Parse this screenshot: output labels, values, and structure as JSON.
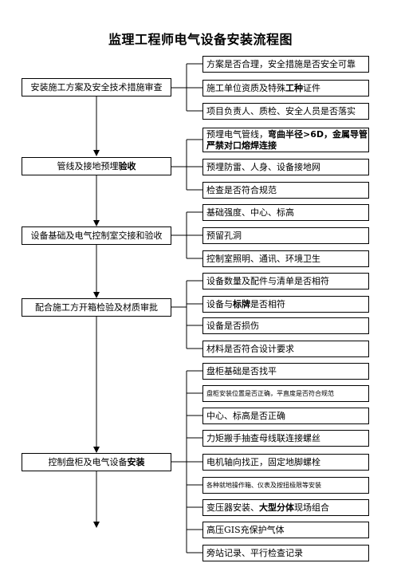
{
  "title": "监理工程师电气设备安装流程图",
  "stages": [
    {
      "label": "安装施工方案及安全技术措施审查",
      "details": [
        {
          "text": "方案是否合理，安全措施是否安全可靠"
        },
        {
          "pre": "施工单位资质及特殊",
          "bold": "工种",
          "post": "证件"
        },
        {
          "text": "项目负责人、质检、安全人员是否落实"
        }
      ]
    },
    {
      "label_pre": "管线及接地预埋",
      "label_bold": "验收",
      "details": [
        {
          "pre": "预埋电气管线，",
          "bold": "弯曲半径>6D，金属导管严禁对口熔焊连接"
        },
        {
          "text": "预埋防雷、人身、设备接地网"
        },
        {
          "text": "检查是否符合规范"
        }
      ]
    },
    {
      "label": "设备基础及电气控制室交接和验收",
      "details": [
        {
          "text": "基础强度、中心、标高"
        },
        {
          "text": "预留孔洞"
        },
        {
          "text": "控制室照明、通讯、环境卫生"
        }
      ]
    },
    {
      "label": "配合施工方开箱检验及材质审批",
      "details": [
        {
          "text": "设备数量及配件与清单是否相符"
        },
        {
          "pre": "设备与",
          "bold": "标牌",
          "post": "是否相符"
        },
        {
          "text": "设备是否损伤"
        },
        {
          "text": "材料是否符合设计要求"
        }
      ]
    },
    {
      "label_pre": "控制盘柜及电气设备",
      "label_bold": "安装",
      "details": [
        {
          "text": "盘柜基础是否找平"
        },
        {
          "text": "盘柜安装位置是否正确，平直度是否符合规范"
        },
        {
          "text": "中心、标高是否正确"
        },
        {
          "text": "力矩搬手抽查母线联连接螺丝"
        },
        {
          "text": "电机轴向找正，固定地脚螺栓"
        },
        {
          "text": "各种就地操作箱、仪表及按扭极限等安装"
        },
        {
          "pre": "变压器安装、",
          "bold": "大型分体",
          "post": "现场组合"
        },
        {
          "text": "高压GIS充保护气体"
        },
        {
          "text": "旁站记录、平行检查记录"
        }
      ]
    }
  ]
}
